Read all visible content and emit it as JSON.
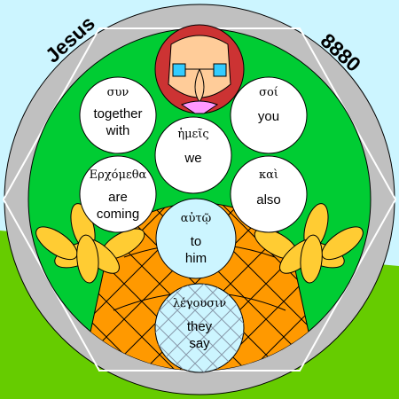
{
  "corner_labels": {
    "name": "Jesus",
    "number": "8880"
  },
  "words": [
    {
      "greek": "συν",
      "english_line1": "together",
      "english_line2": "with"
    },
    {
      "greek": "σοί",
      "english_line1": "you",
      "english_line2": ""
    },
    {
      "greek": "ἡμεῖς",
      "english_line1": "we",
      "english_line2": ""
    },
    {
      "greek": "Ερχόμεθα",
      "english_line1": "are",
      "english_line2": "coming"
    },
    {
      "greek": "καὶ",
      "english_line1": "also",
      "english_line2": ""
    },
    {
      "greek": "αὐτῷ",
      "english_line1": "to",
      "english_line2": "him"
    },
    {
      "greek": "λέγουσιν",
      "english_line1": "they",
      "english_line2": "say"
    }
  ],
  "colors": {
    "sky": "#ccf5ff",
    "grass": "#66cc00",
    "ring": "#c0c0c0",
    "inner_disc": "#00cc33",
    "orange_body": "#ff9900",
    "flower": "#ffcc33",
    "word_circle": "#ffffff",
    "highlight_circle": "#ccf5ff",
    "face_hair": "#cc3333",
    "face_skin": "#ffcc99",
    "eyes": "#33ccff",
    "collar": "#ff99ff"
  }
}
